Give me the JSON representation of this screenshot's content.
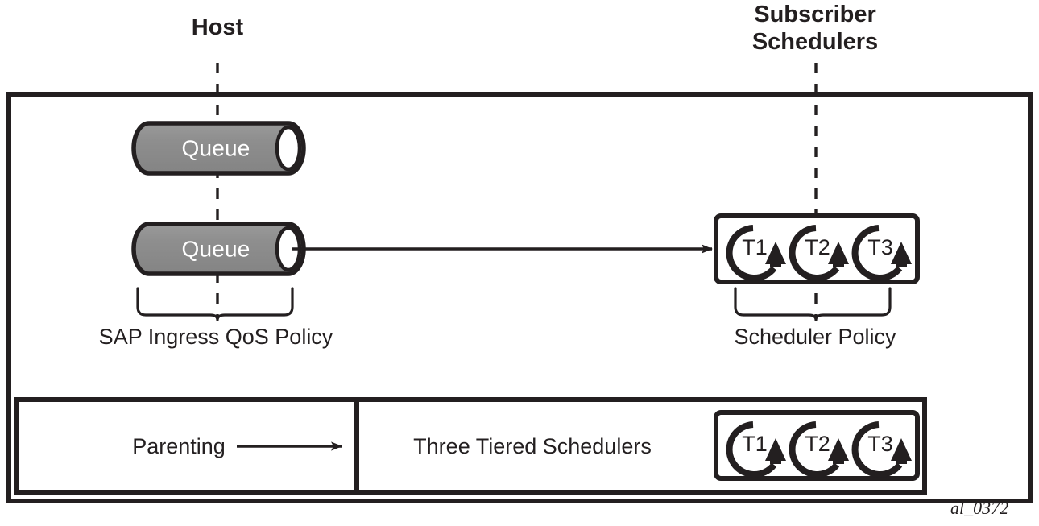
{
  "figure": {
    "caption": "al_0372",
    "colors": {
      "ink": "#231f20",
      "queue_fill": "#8b8b8b",
      "queue_text": "#ffffff",
      "background": "#ffffff"
    }
  },
  "callouts": {
    "host": "Host",
    "subscriber_schedulers_line1": "Subscriber",
    "subscriber_schedulers_line2": "Schedulers"
  },
  "queues": [
    {
      "label": "Queue"
    },
    {
      "label": "Queue"
    }
  ],
  "braces": [
    {
      "label": "SAP Ingress QoS Policy"
    },
    {
      "label": "Scheduler Policy"
    }
  ],
  "scheduler_box_top": {
    "tiers": [
      {
        "label": "T1"
      },
      {
        "label": "T2"
      },
      {
        "label": "T3"
      }
    ]
  },
  "bottom_bar": {
    "left_cell": {
      "label": "Parenting"
    },
    "right_cell": {
      "label": "Three Tiered Schedulers",
      "tiers": [
        {
          "label": "T1"
        },
        {
          "label": "T2"
        },
        {
          "label": "T3"
        }
      ]
    }
  }
}
